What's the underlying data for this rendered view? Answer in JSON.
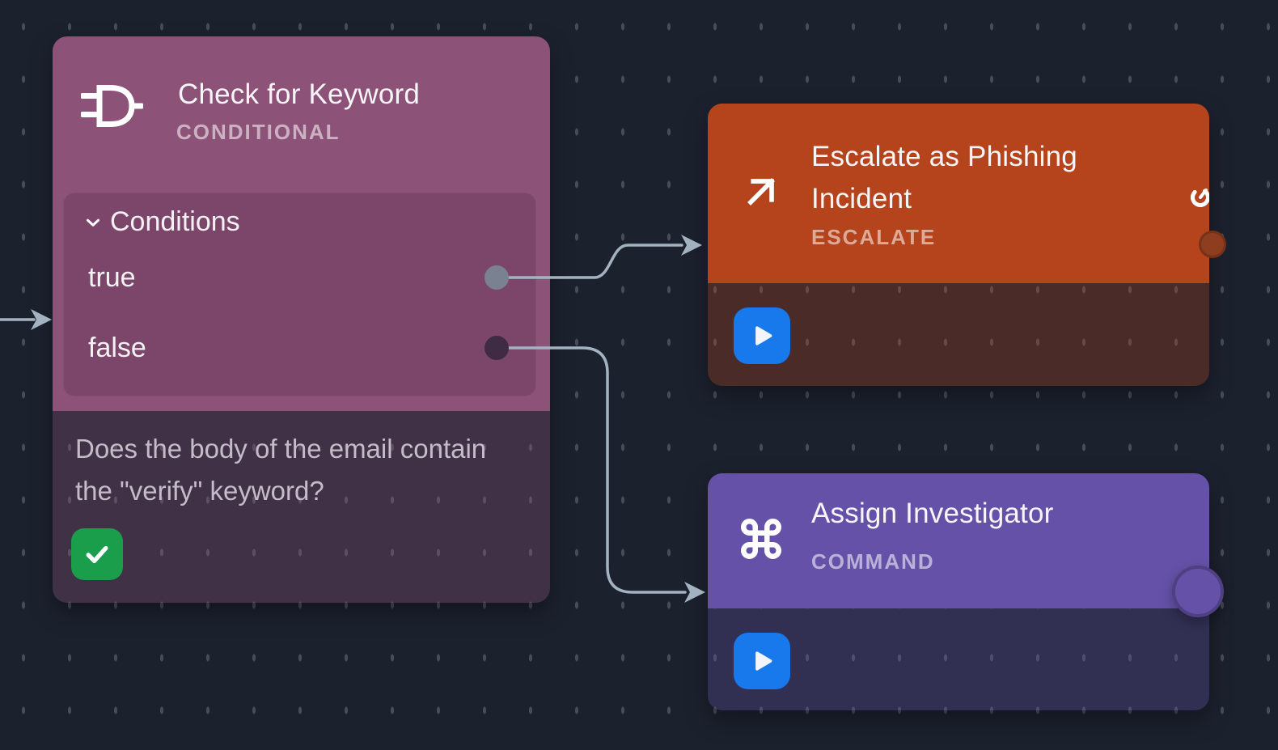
{
  "colors": {
    "canvas-bg": "#1c212e",
    "canvas-dot": "#474c59",
    "edge": "#a3b2c1",
    "conditional-accent": "#8d5278",
    "escalate-accent": "#b5431c",
    "command-accent": "#6552a8",
    "play-button": "#1879ec",
    "success-check": "#1a9e4c",
    "port-true": "#7a8291",
    "port-false": "#3f2c44",
    "port-escalate": "#8e3d1e"
  },
  "nodes": {
    "conditional": {
      "title": "Check for Keyword",
      "type_label": "CONDITIONAL",
      "panel": {
        "label": "Conditions",
        "outputs": [
          {
            "label": "true"
          },
          {
            "label": "false"
          }
        ]
      },
      "description": "Does the body of the email contain the \"verify\" keyword?",
      "status": "success"
    },
    "escalate": {
      "title": "Escalate as Phishing Incident",
      "type_label": "ESCALATE"
    },
    "command": {
      "title": "Assign Investigator",
      "type_label": "COMMAND"
    }
  }
}
